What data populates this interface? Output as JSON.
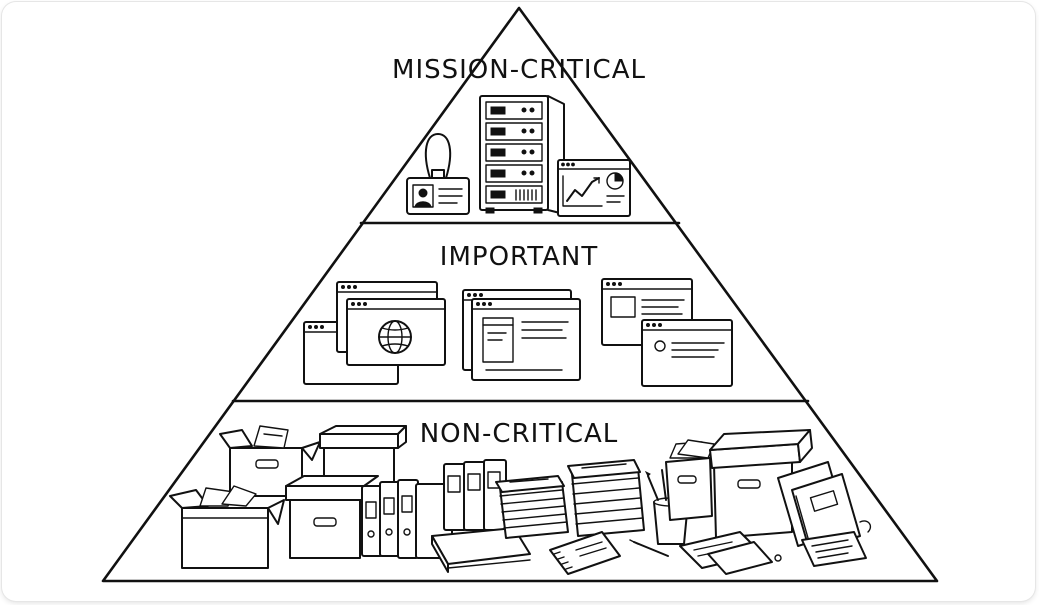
{
  "pyramid": {
    "tiers": [
      {
        "id": "top",
        "label": "MISSION-CRITICAL"
      },
      {
        "id": "middle",
        "label": "IMPORTANT"
      },
      {
        "id": "bottom",
        "label": "NON-CRITICAL"
      }
    ]
  },
  "icons": {
    "top": [
      "id-badge-icon",
      "server-rack-icon",
      "analytics-dashboard-icon"
    ],
    "middle": [
      "browser-globe-icon",
      "web-app-windows-icon",
      "website-windows-icon"
    ],
    "bottom": [
      "storage-boxes-icon",
      "binders-icon",
      "paper-stacks-icon",
      "notebook-icon",
      "pen-cup-icon",
      "archive-box-icon",
      "loose-papers-icon"
    ]
  }
}
